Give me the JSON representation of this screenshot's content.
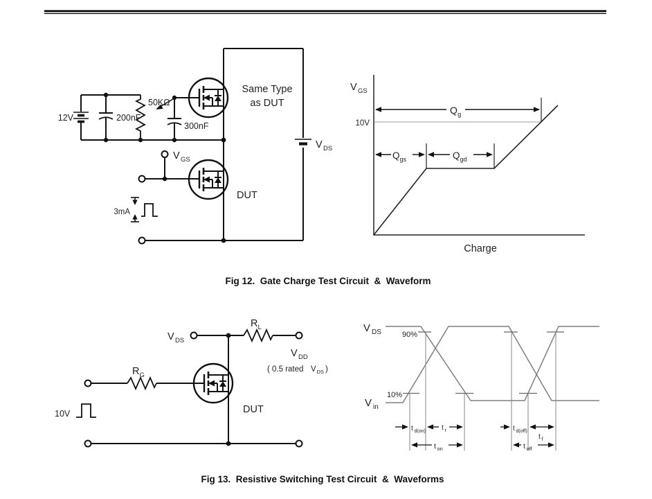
{
  "fig12": {
    "caption": "Fig 12.  Gate Charge Test Circuit  &  Waveform",
    "circuit": {
      "supply": "12V",
      "cap1": "200nF",
      "pot": "50KΩ",
      "cap2": "300nF",
      "same_type_1": "Same Type",
      "same_type_2": "as DUT",
      "vgs_base": "V",
      "vgs_sub": "GS",
      "dut": "DUT",
      "pulse_current": "3mA",
      "vds_base": "V",
      "vds_sub": "DS"
    },
    "waveform": {
      "y_base": "V",
      "y_sub": "GS",
      "level": "10V",
      "qg_base": "Q",
      "qg_sub": "g",
      "qgs_base": "Q",
      "qgs_sub": "gs",
      "qgd_base": "Q",
      "qgd_sub": "gd",
      "x_label": "Charge"
    }
  },
  "fig13": {
    "caption": "Fig 13.  Resistive Switching Test Circuit  &  Waveforms",
    "circuit": {
      "vds_base": "V",
      "vds_sub": "DS",
      "rl_base": "R",
      "rl_sub": "L",
      "vdd_base": "V",
      "vdd_sub": "DD",
      "note_pre": "( 0.5 rated",
      "note_v_base": "V",
      "note_v_sub": "DS",
      "note_post": ")",
      "rg_base": "R",
      "rg_sub": "G",
      "dut": "DUT",
      "pulse": "10V"
    },
    "waveform": {
      "vds_base": "V",
      "vds_sub": "DS",
      "vin_base": "V",
      "vin_sub": "in",
      "p90": "90%",
      "p10": "10%",
      "tdon_base": "t",
      "tdon_sub": "d(on)",
      "tr_base": "t",
      "tr_sub": "r",
      "ton_base": "t",
      "ton_sub": "on",
      "tdoff_base": "t",
      "tdoff_sub": "d(off)",
      "tf_base": "t",
      "tf_sub": "f",
      "toff_base": "t",
      "toff_sub": "off"
    }
  }
}
